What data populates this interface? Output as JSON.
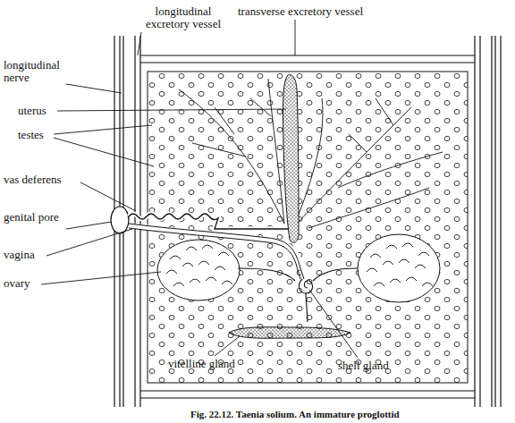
{
  "diagram": {
    "caption": "Fig. 22.12. Taenia solium. An immature proglottid",
    "labels": [
      "longitudinal excretory vessel",
      "transverse excretory vessel",
      "longitudinal nerve",
      "uterus",
      "testes",
      "vas deferens",
      "genital pore",
      "vagina",
      "ovary",
      "vitelline gland",
      "shell gland"
    ]
  }
}
